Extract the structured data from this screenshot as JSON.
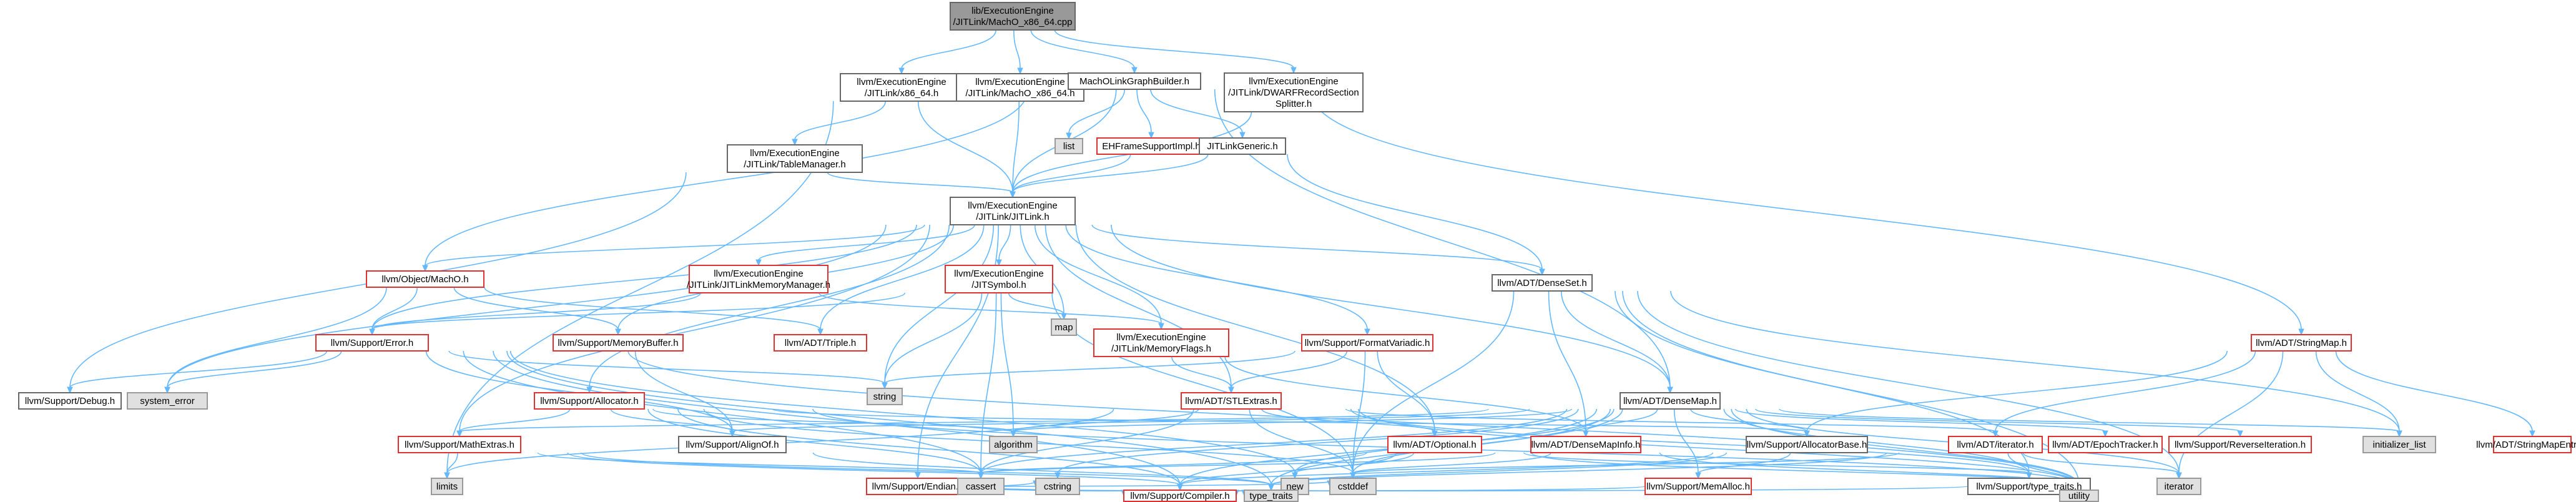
{
  "colors": {
    "edge": "#63b8ff",
    "root_fill": "#999999",
    "white_border": "#666666",
    "red_border": "#e03030",
    "gray_fill": "#e0e0e0"
  },
  "nodes": [
    {
      "id": "root",
      "kind": "root",
      "lines": [
        "lib/ExecutionEngine",
        "/JITLink/MachO_x86_64.cpp"
      ]
    },
    {
      "id": "x86_64_h",
      "kind": "white",
      "lines": [
        "llvm/ExecutionEngine",
        "/JITLink/x86_64.h"
      ]
    },
    {
      "id": "macho_x86_64_h",
      "kind": "white",
      "lines": [
        "llvm/ExecutionEngine",
        "/JITLink/MachO_x86_64.h"
      ]
    },
    {
      "id": "macho_lgb",
      "kind": "white",
      "lines": [
        "MachOLinkGraphBuilder.h"
      ]
    },
    {
      "id": "dwarf_splitter",
      "kind": "white",
      "lines": [
        "llvm/ExecutionEngine",
        "/JITLink/DWARFRecordSection",
        "Splitter.h"
      ]
    },
    {
      "id": "table_manager",
      "kind": "white",
      "lines": [
        "llvm/ExecutionEngine",
        "/JITLink/TableManager.h"
      ]
    },
    {
      "id": "list",
      "kind": "gray",
      "lines": [
        "list"
      ]
    },
    {
      "id": "ehframe",
      "kind": "red",
      "lines": [
        "EHFrameSupportImpl.h"
      ]
    },
    {
      "id": "jitlinkgeneric",
      "kind": "white",
      "lines": [
        "JITLinkGeneric.h"
      ]
    },
    {
      "id": "jitlink_h",
      "kind": "white",
      "lines": [
        "llvm/ExecutionEngine",
        "/JITLink/JITLink.h"
      ]
    },
    {
      "id": "object_macho",
      "kind": "red",
      "lines": [
        "llvm/Object/MachO.h"
      ]
    },
    {
      "id": "memmgr",
      "kind": "red",
      "lines": [
        "llvm/ExecutionEngine",
        "/JITLink/JITLinkMemoryManager.h"
      ]
    },
    {
      "id": "jitsymbol",
      "kind": "red",
      "lines": [
        "llvm/ExecutionEngine",
        "/JITSymbol.h"
      ]
    },
    {
      "id": "map",
      "kind": "gray",
      "lines": [
        "map"
      ]
    },
    {
      "id": "formatvariadic",
      "kind": "red",
      "lines": [
        "llvm/Support/FormatVariadic.h"
      ]
    },
    {
      "id": "denseset",
      "kind": "white",
      "lines": [
        "llvm/ADT/DenseSet.h"
      ]
    },
    {
      "id": "stringmap",
      "kind": "red",
      "lines": [
        "llvm/ADT/StringMap.h"
      ]
    },
    {
      "id": "support_error",
      "kind": "red",
      "lines": [
        "llvm/Support/Error.h"
      ]
    },
    {
      "id": "memorybuffer",
      "kind": "red",
      "lines": [
        "llvm/Support/MemoryBuffer.h"
      ]
    },
    {
      "id": "triple",
      "kind": "red",
      "lines": [
        "llvm/ADT/Triple.h"
      ]
    },
    {
      "id": "memoryflags",
      "kind": "red",
      "lines": [
        "llvm/ExecutionEngine",
        "/JITLink/MemoryFlags.h"
      ]
    },
    {
      "id": "debug_h",
      "kind": "white",
      "lines": [
        "llvm/Support/Debug.h"
      ]
    },
    {
      "id": "system_error",
      "kind": "gray",
      "lines": [
        "system_error"
      ]
    },
    {
      "id": "string",
      "kind": "gray",
      "lines": [
        "string"
      ]
    },
    {
      "id": "stlextras",
      "kind": "red",
      "lines": [
        "llvm/ADT/STLExtras.h"
      ]
    },
    {
      "id": "densemap",
      "kind": "white",
      "lines": [
        "llvm/ADT/DenseMap.h"
      ]
    },
    {
      "id": "allocator",
      "kind": "red",
      "lines": [
        "llvm/Support/Allocator.h"
      ]
    },
    {
      "id": "mathextras",
      "kind": "red",
      "lines": [
        "llvm/Support/MathExtras.h"
      ]
    },
    {
      "id": "alignof",
      "kind": "white",
      "lines": [
        "llvm/Support/AlignOf.h"
      ]
    },
    {
      "id": "algorithm",
      "kind": "gray",
      "lines": [
        "algorithm"
      ]
    },
    {
      "id": "endian",
      "kind": "red",
      "lines": [
        "llvm/Support/Endian.h"
      ]
    },
    {
      "id": "optional",
      "kind": "red",
      "lines": [
        "llvm/ADT/Optional.h"
      ]
    },
    {
      "id": "densemapinfo",
      "kind": "red",
      "lines": [
        "llvm/ADT/DenseMapInfo.h"
      ]
    },
    {
      "id": "allocatorbase",
      "kind": "white",
      "lines": [
        "llvm/Support/AllocatorBase.h"
      ]
    },
    {
      "id": "adt_iterator",
      "kind": "red",
      "lines": [
        "llvm/ADT/iterator.h"
      ]
    },
    {
      "id": "epochtracker",
      "kind": "red",
      "lines": [
        "llvm/ADT/EpochTracker.h"
      ]
    },
    {
      "id": "reverseiteration",
      "kind": "red",
      "lines": [
        "llvm/Support/ReverseIteration.h"
      ]
    },
    {
      "id": "initializer_list",
      "kind": "gray",
      "lines": [
        "initializer_list"
      ]
    },
    {
      "id": "stringmapentry",
      "kind": "red",
      "lines": [
        "llvm/ADT/StringMapEntry.h"
      ]
    },
    {
      "id": "limits",
      "kind": "gray",
      "lines": [
        "limits"
      ]
    },
    {
      "id": "cassert",
      "kind": "gray",
      "lines": [
        "cassert"
      ]
    },
    {
      "id": "cstring",
      "kind": "gray",
      "lines": [
        "cstring"
      ]
    },
    {
      "id": "new",
      "kind": "gray",
      "lines": [
        "new"
      ]
    },
    {
      "id": "cstddef",
      "kind": "gray",
      "lines": [
        "cstddef"
      ]
    },
    {
      "id": "memalloc",
      "kind": "red",
      "lines": [
        "llvm/Support/MemAlloc.h"
      ]
    },
    {
      "id": "type_traits_h",
      "kind": "white",
      "lines": [
        "llvm/Support/type_traits.h"
      ]
    },
    {
      "id": "iterator_std",
      "kind": "gray",
      "lines": [
        "iterator"
      ]
    },
    {
      "id": "compiler",
      "kind": "red",
      "lines": [
        "llvm/Support/Compiler.h"
      ]
    },
    {
      "id": "type_traits",
      "kind": "gray",
      "lines": [
        "type_traits"
      ]
    },
    {
      "id": "utility",
      "kind": "gray",
      "lines": [
        "utility"
      ]
    }
  ],
  "edges": [
    [
      "root",
      "x86_64_h"
    ],
    [
      "root",
      "macho_x86_64_h"
    ],
    [
      "root",
      "macho_lgb"
    ],
    [
      "root",
      "dwarf_splitter"
    ],
    [
      "x86_64_h",
      "table_manager"
    ],
    [
      "x86_64_h",
      "jitlink_h"
    ],
    [
      "x86_64_h",
      "limits"
    ],
    [
      "table_manager",
      "jitlink_h"
    ],
    [
      "table_manager",
      "debug_h"
    ],
    [
      "macho_x86_64_h",
      "jitlink_h"
    ],
    [
      "macho_lgb",
      "list"
    ],
    [
      "macho_lgb",
      "ehframe"
    ],
    [
      "macho_lgb",
      "jitlinkgeneric"
    ],
    [
      "macho_lgb",
      "jitlink_h"
    ],
    [
      "macho_lgb",
      "object_macho"
    ],
    [
      "macho_lgb",
      "densemap"
    ],
    [
      "macho_lgb",
      "stringmap"
    ],
    [
      "jitlinkgeneric",
      "jitlink_h"
    ],
    [
      "jitlinkgeneric",
      "denseset"
    ],
    [
      "ehframe",
      "jitlink_h"
    ],
    [
      "dwarf_splitter",
      "jitlink_h"
    ],
    [
      "jitlink_h",
      "object_macho"
    ],
    [
      "jitlink_h",
      "memmgr"
    ],
    [
      "jitlink_h",
      "jitsymbol"
    ],
    [
      "jitlink_h",
      "map"
    ],
    [
      "jitlink_h",
      "formatvariadic"
    ],
    [
      "jitlink_h",
      "denseset"
    ],
    [
      "jitlink_h",
      "support_error"
    ],
    [
      "jitlink_h",
      "memorybuffer"
    ],
    [
      "jitlink_h",
      "triple"
    ],
    [
      "jitlink_h",
      "memoryflags"
    ],
    [
      "jitlink_h",
      "system_error"
    ],
    [
      "jitlink_h",
      "string"
    ],
    [
      "jitlink_h",
      "stlextras"
    ],
    [
      "jitlink_h",
      "densemap"
    ],
    [
      "jitlink_h",
      "allocator"
    ],
    [
      "jitlink_h",
      "mathextras"
    ],
    [
      "jitlink_h",
      "optional"
    ],
    [
      "jitlink_h",
      "endian"
    ],
    [
      "object_macho",
      "support_error"
    ],
    [
      "object_macho",
      "memorybuffer"
    ],
    [
      "object_macho",
      "triple"
    ],
    [
      "object_macho",
      "system_error"
    ],
    [
      "memmgr",
      "support_error"
    ],
    [
      "memmgr",
      "memoryflags"
    ],
    [
      "jitsymbol",
      "string"
    ],
    [
      "jitsymbol",
      "map"
    ],
    [
      "jitsymbol",
      "algorithm"
    ],
    [
      "jitsymbol",
      "support_error"
    ],
    [
      "jitsymbol",
      "cstddef"
    ],
    [
      "jitsymbol",
      "cassert"
    ],
    [
      "formatvariadic",
      "stlextras"
    ],
    [
      "formatvariadic",
      "optional"
    ],
    [
      "formatvariadic",
      "string"
    ],
    [
      "formatvariadic",
      "cstddef"
    ],
    [
      "denseset",
      "densemap"
    ],
    [
      "denseset",
      "densemapinfo"
    ],
    [
      "denseset",
      "initializer_list"
    ],
    [
      "denseset",
      "iterator_std"
    ],
    [
      "denseset",
      "utility"
    ],
    [
      "denseset",
      "cstddef"
    ],
    [
      "denseset",
      "type_traits_h"
    ],
    [
      "stringmap",
      "stringmapentry"
    ],
    [
      "stringmap",
      "adt_iterator"
    ],
    [
      "stringmap",
      "allocatorbase"
    ],
    [
      "stringmap",
      "initializer_list"
    ],
    [
      "stringmap",
      "iterator_std"
    ],
    [
      "support_error",
      "debug_h"
    ],
    [
      "support_error",
      "system_error"
    ],
    [
      "support_error",
      "string"
    ],
    [
      "support_error",
      "compiler"
    ],
    [
      "support_error",
      "alignof"
    ],
    [
      "support_error",
      "type_traits"
    ],
    [
      "support_error",
      "utility"
    ],
    [
      "support_error",
      "cassert"
    ],
    [
      "support_error",
      "new"
    ],
    [
      "memorybuffer",
      "alignof"
    ],
    [
      "memoryflags",
      "stlextras"
    ],
    [
      "memoryflags",
      "densemapinfo"
    ],
    [
      "stlextras",
      "adt_iterator"
    ],
    [
      "stlextras",
      "optional"
    ],
    [
      "stlextras",
      "algorithm"
    ],
    [
      "stlextras",
      "cassert"
    ],
    [
      "stlextras",
      "cstddef"
    ],
    [
      "stlextras",
      "utility"
    ],
    [
      "stlextras",
      "type_traits_h"
    ],
    [
      "stlextras",
      "limits"
    ],
    [
      "densemap",
      "densemapinfo"
    ],
    [
      "densemap",
      "epochtracker"
    ],
    [
      "densemap",
      "allocatorbase"
    ],
    [
      "densemap",
      "mathextras"
    ],
    [
      "densemap",
      "reverseiteration"
    ],
    [
      "densemap",
      "alignof"
    ],
    [
      "densemap",
      "memalloc"
    ],
    [
      "densemap",
      "type_traits_h"
    ],
    [
      "densemap",
      "algorithm"
    ],
    [
      "densemap",
      "cassert"
    ],
    [
      "densemap",
      "cstddef"
    ],
    [
      "densemap",
      "cstring"
    ],
    [
      "densemap",
      "initializer_list"
    ],
    [
      "densemap",
      "iterator_std"
    ],
    [
      "densemap",
      "new"
    ],
    [
      "densemap",
      "type_traits"
    ],
    [
      "densemap",
      "utility"
    ],
    [
      "densemap",
      "compiler"
    ],
    [
      "allocator",
      "mathextras"
    ],
    [
      "allocator",
      "allocatorbase"
    ],
    [
      "allocator",
      "alignof"
    ],
    [
      "allocator",
      "compiler"
    ],
    [
      "allocator",
      "algorithm"
    ],
    [
      "allocator",
      "cassert"
    ],
    [
      "allocator",
      "cstddef"
    ],
    [
      "allocator",
      "utility"
    ],
    [
      "mathextras",
      "compiler"
    ],
    [
      "mathextras",
      "cassert"
    ],
    [
      "mathextras",
      "limits"
    ],
    [
      "mathextras",
      "type_traits"
    ],
    [
      "alignof",
      "type_traits"
    ],
    [
      "endian",
      "compiler"
    ],
    [
      "endian",
      "cassert"
    ],
    [
      "endian",
      "cstring"
    ],
    [
      "endian",
      "type_traits"
    ],
    [
      "endian",
      "cstddef"
    ],
    [
      "optional",
      "compiler"
    ],
    [
      "optional",
      "cassert"
    ],
    [
      "optional",
      "new"
    ],
    [
      "optional",
      "utility"
    ],
    [
      "optional",
      "type_traits_h"
    ],
    [
      "densemapinfo",
      "cassert"
    ],
    [
      "densemapinfo",
      "cstddef"
    ],
    [
      "densemapinfo",
      "utility"
    ],
    [
      "allocatorbase",
      "compiler"
    ],
    [
      "allocatorbase",
      "memalloc"
    ],
    [
      "allocatorbase",
      "type_traits"
    ],
    [
      "adt_iterator",
      "iterator_std"
    ],
    [
      "adt_iterator",
      "type_traits"
    ],
    [
      "adt_iterator",
      "utility"
    ],
    [
      "adt_iterator",
      "cstddef"
    ],
    [
      "memalloc",
      "compiler"
    ],
    [
      "type_traits_h",
      "type_traits"
    ],
    [
      "type_traits_h",
      "utility"
    ]
  ]
}
